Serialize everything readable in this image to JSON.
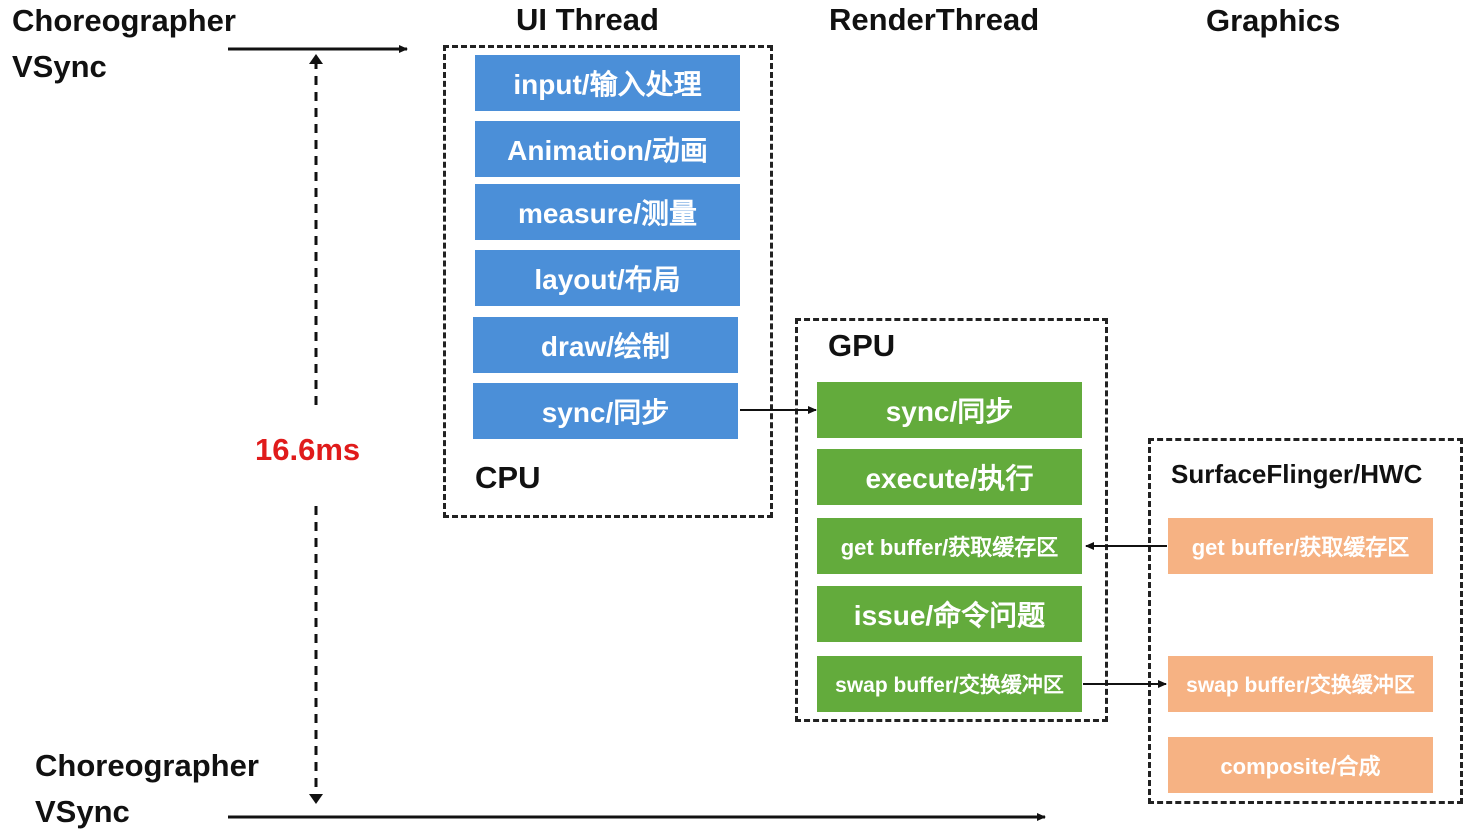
{
  "headers": {
    "ui_thread": "UI Thread",
    "render_thread": "RenderThread",
    "graphics": "Graphics"
  },
  "vsync_top": {
    "line1": "Choreographer",
    "line2": "VSync"
  },
  "vsync_bottom": {
    "line1": "Choreographer",
    "line2": "VSync"
  },
  "timing": "16.6ms",
  "cpu": {
    "label": "CPU",
    "steps": [
      "input/输入处理",
      "Animation/动画",
      "measure/测量",
      "layout/布局",
      "draw/绘制",
      "sync/同步"
    ]
  },
  "gpu": {
    "label": "GPU",
    "steps": [
      "sync/同步",
      "execute/执行",
      "get buffer/获取缓存区",
      "issue/命令问题",
      "swap buffer/交换缓冲区"
    ]
  },
  "surfaceflinger": {
    "label": "SurfaceFlinger/HWC",
    "steps": [
      "get buffer/获取缓存区",
      "swap buffer/交换缓冲区",
      "composite/合成"
    ]
  },
  "colors": {
    "cpu_step": "#4b8fd8",
    "gpu_step": "#63ab3c",
    "sf_step": "#f6b283",
    "timing": "#e01b1b"
  }
}
